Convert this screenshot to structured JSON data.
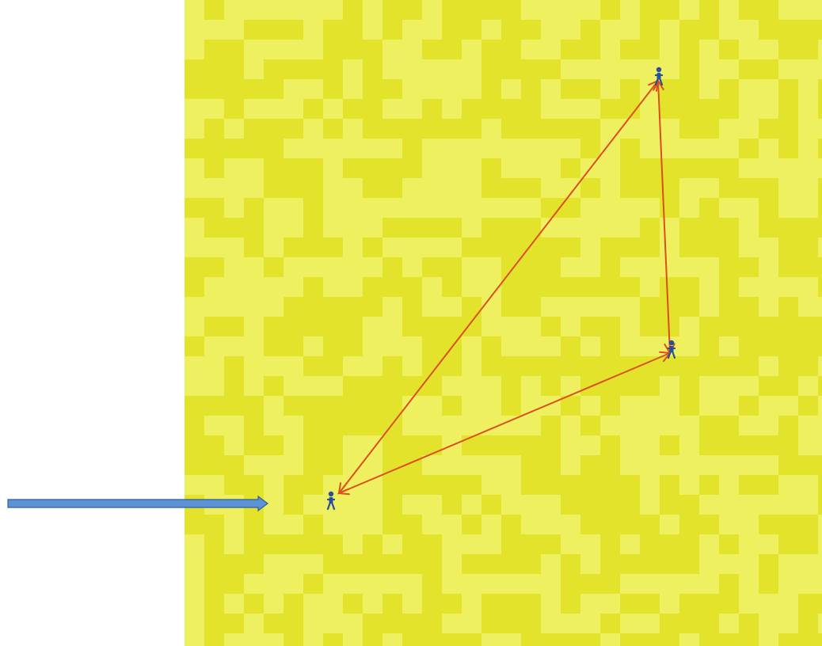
{
  "colors": {
    "background": "#ffffff",
    "tile_light": "#eef060",
    "tile_dark": "#e4e32c",
    "link_line": "#d9501e",
    "agent": "#2a4f9a",
    "pointer_arrow_fill": "#5b93d6",
    "pointer_arrow_stroke": "#2f5f9c"
  },
  "agents": [
    {
      "id": "agent-top",
      "icon": "person-icon"
    },
    {
      "id": "agent-right",
      "icon": "person-icon"
    },
    {
      "id": "agent-bottom-left",
      "icon": "person-icon"
    }
  ],
  "links": [
    {
      "from": "agent-bottom-left",
      "to": "agent-top"
    },
    {
      "from": "agent-top",
      "to": "agent-right"
    },
    {
      "from": "agent-right",
      "to": "agent-bottom-left"
    }
  ],
  "pointer": {
    "icon": "arrow-right-icon",
    "target": "agent-bottom-left"
  }
}
